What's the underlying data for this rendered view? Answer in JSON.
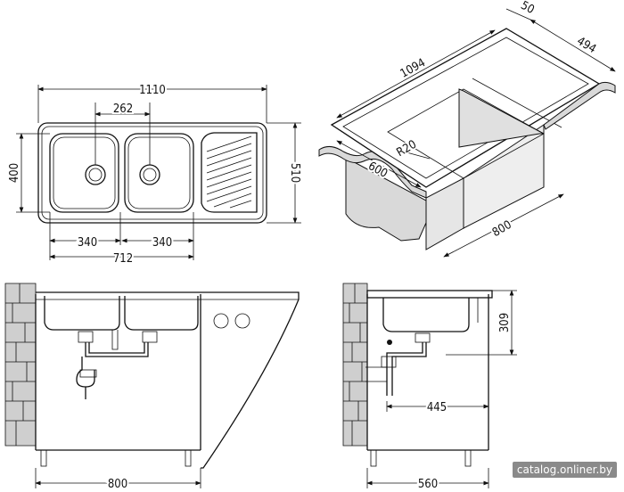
{
  "dims": {
    "top": {
      "overall_width": "1110",
      "holes_spacing": "262",
      "height": "400",
      "depth": "510",
      "bowl_left": "340",
      "bowl_right": "340",
      "bowls_total": "712"
    },
    "iso": {
      "length": "1094",
      "width": "494",
      "edge": "50",
      "radius": "R20",
      "depth_side": "600",
      "cabinet": "800"
    },
    "front": {
      "cabinet_width": "800"
    },
    "side": {
      "height": "309",
      "offset": "445",
      "cabinet_depth": "560"
    }
  },
  "watermark": "catalog.onliner.by"
}
